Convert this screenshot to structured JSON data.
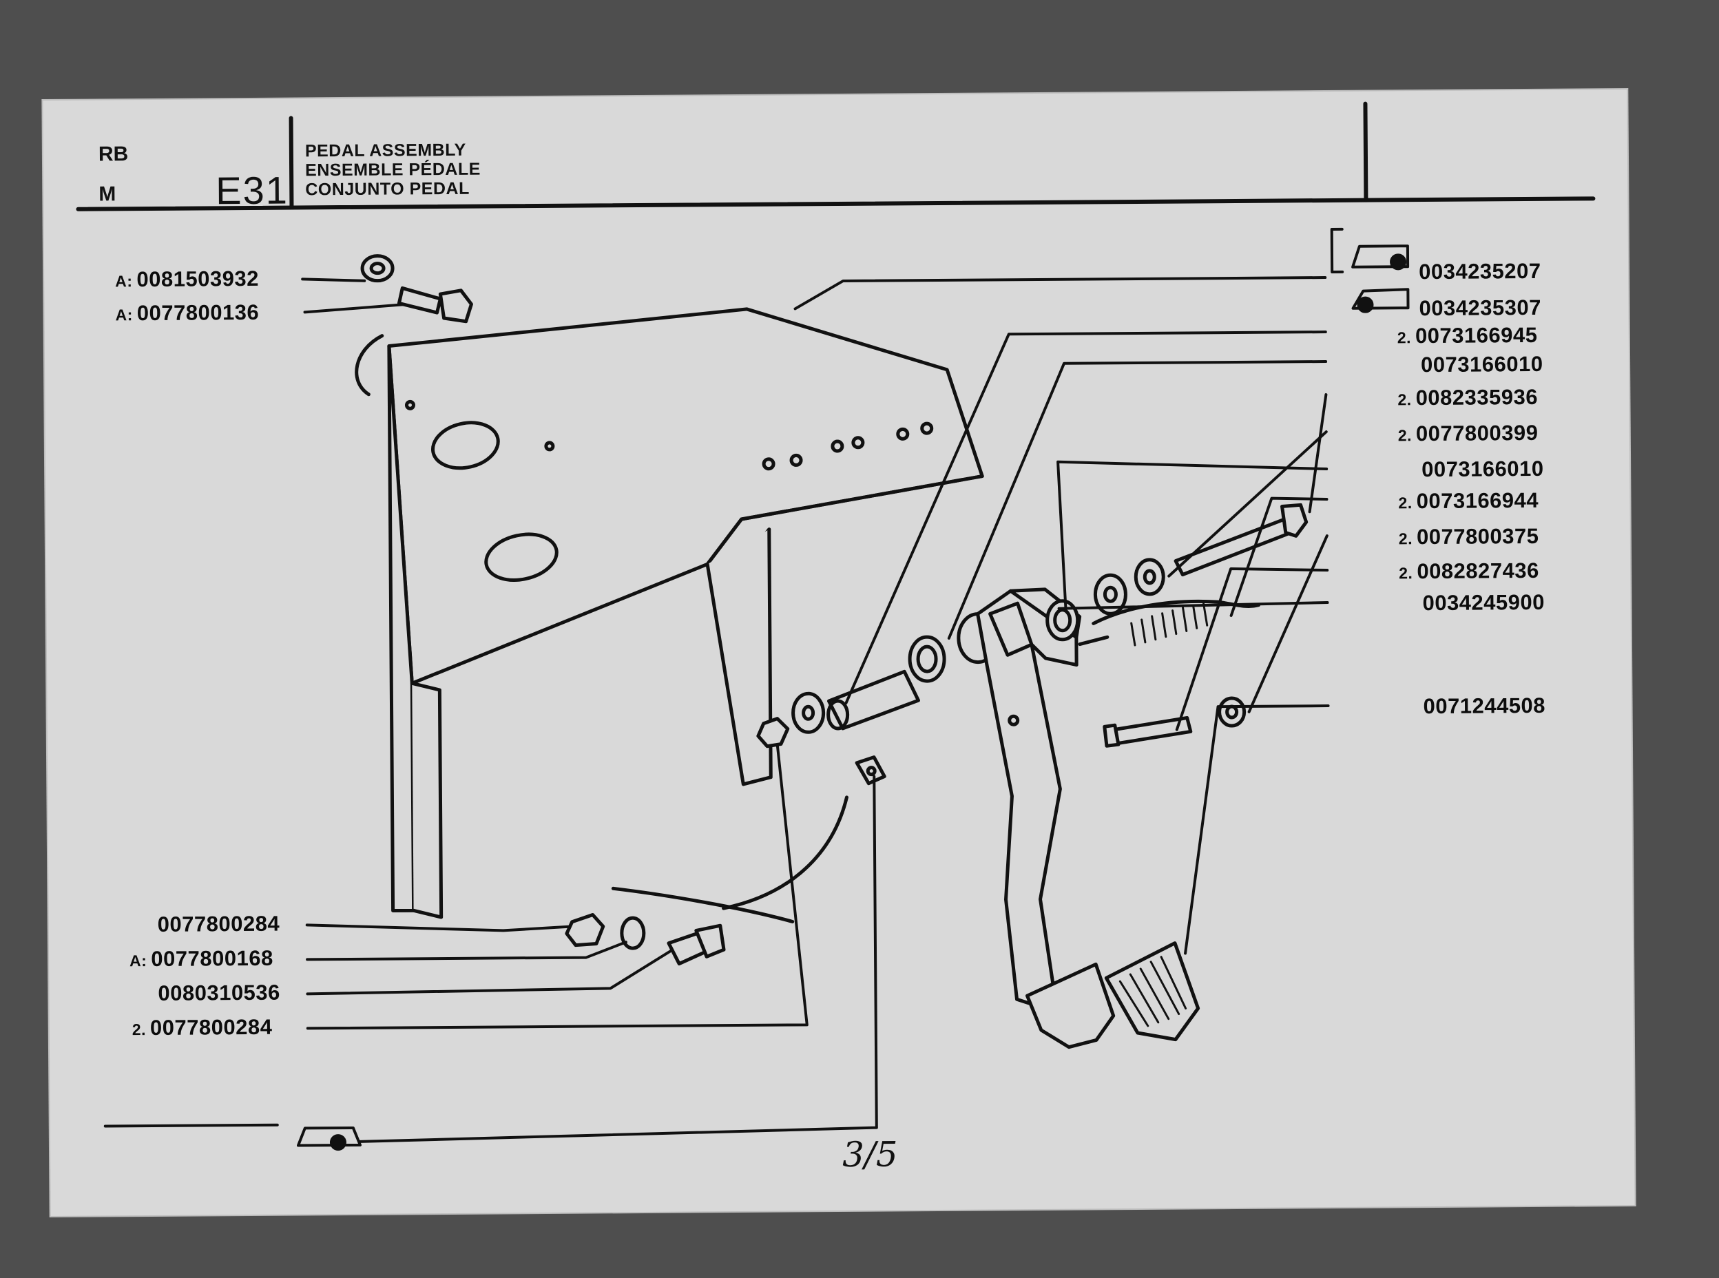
{
  "header": {
    "side_top": "RB",
    "side_bottom": "M",
    "section_code": "E31",
    "titles": [
      "PEDAL ASSEMBLY",
      "ENSEMBLE PÉDALE",
      "CONJUNTO PEDAL"
    ]
  },
  "left_labels": [
    {
      "qty": "A:",
      "part": "0081503932"
    },
    {
      "qty": "A:",
      "part": "0077800136"
    },
    {
      "qty": "",
      "part": "0077800284"
    },
    {
      "qty": "A:",
      "part": "0077800168"
    },
    {
      "qty": "",
      "part": "0080310536"
    },
    {
      "qty": "2.",
      "part": "0077800284"
    }
  ],
  "right_labels": [
    {
      "qty": "",
      "part": "0034235207"
    },
    {
      "qty": "",
      "part": "0034235307"
    },
    {
      "qty": "2.",
      "part": "0073166945"
    },
    {
      "qty": "",
      "part": "0073166010"
    },
    {
      "qty": "2.",
      "part": "0082335936"
    },
    {
      "qty": "2.",
      "part": "0077800399"
    },
    {
      "qty": "",
      "part": "0073166010"
    },
    {
      "qty": "2.",
      "part": "0073166944"
    },
    {
      "qty": "2.",
      "part": "0077800375"
    },
    {
      "qty": "2.",
      "part": "0082827436"
    },
    {
      "qty": "",
      "part": "0034245900"
    },
    {
      "qty": "",
      "part": "0071244508"
    }
  ],
  "handwritten_note": "3/5",
  "colors": {
    "paper": "#d9d9d9",
    "ink": "#111111",
    "background": "#4e4e4e"
  }
}
